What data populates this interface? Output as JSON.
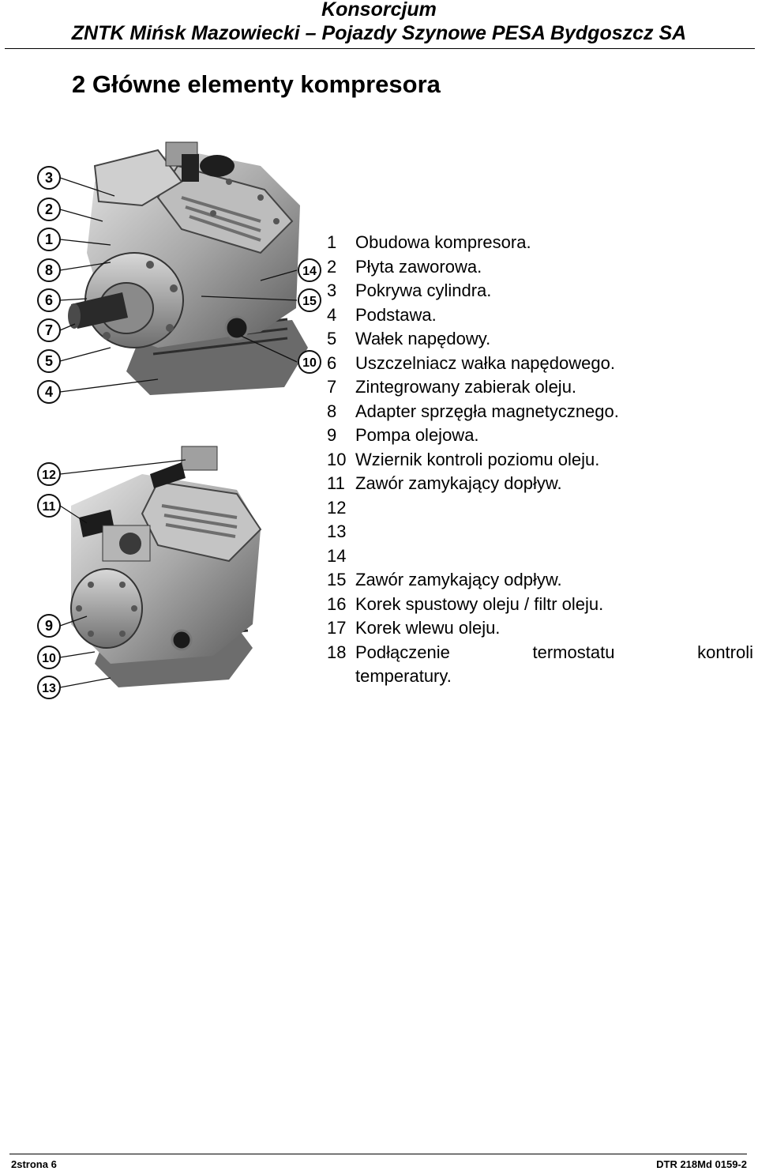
{
  "header": {
    "line1": "Konsorcjum",
    "line2": "ZNTK Mińsk Mazowiecki – Pojazdy Szynowe PESA Bydgoszcz SA"
  },
  "section_title": "2 Główne elementy kompresora",
  "top_photo_callouts": [
    "3",
    "2",
    "1",
    "8",
    "6",
    "7",
    "5",
    "4",
    "14",
    "15",
    "10"
  ],
  "bottom_photo_callouts": [
    "12",
    "11",
    "9",
    "10",
    "13"
  ],
  "parts": [
    {
      "num": "1",
      "text": "Obudowa kompresora."
    },
    {
      "num": "2",
      "text": "Płyta zaworowa."
    },
    {
      "num": "3",
      "text": "Pokrywa cylindra."
    },
    {
      "num": "4",
      "text": "Podstawa."
    },
    {
      "num": "5",
      "text": "Wałek napędowy."
    },
    {
      "num": "6",
      "text": "Uszczelniacz wałka napędowego."
    },
    {
      "num": "7",
      "text": "Zintegrowany zabierak oleju."
    },
    {
      "num": "8",
      "text": "Adapter sprzęgła magnetycznego."
    },
    {
      "num": "9",
      "text": "Pompa olejowa."
    },
    {
      "num": "10",
      "text": "Wziernik kontroli poziomu oleju."
    },
    {
      "num": "11",
      "text": "Zawór zamykający dopływ."
    },
    {
      "num": "12",
      "text": ""
    },
    {
      "num": "13",
      "text": ""
    },
    {
      "num": "14",
      "text": ""
    },
    {
      "num": "15",
      "text": "Zawór zamykający odpływ."
    },
    {
      "num": "16",
      "text": "Korek spustowy oleju / filtr oleju."
    },
    {
      "num": "17",
      "text": "Korek wlewu oleju."
    },
    {
      "num": "18",
      "text": "Podłączenie termostatu kontroli"
    },
    {
      "num": "",
      "text": "temperatury."
    }
  ],
  "footer": {
    "left": "2strona 6",
    "right": "DTR 218Md 0159-2"
  }
}
